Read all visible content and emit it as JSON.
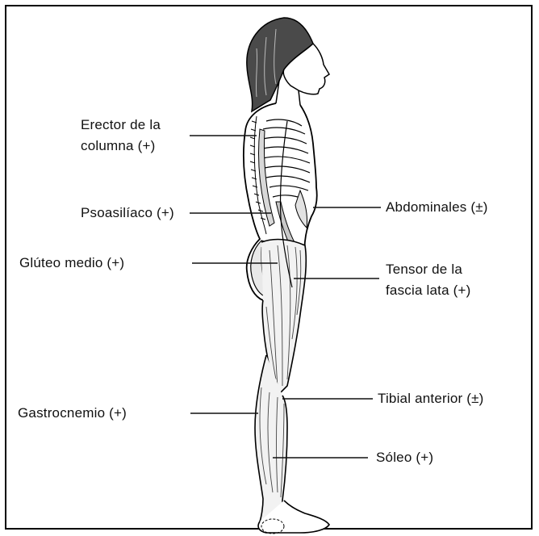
{
  "labels": {
    "erector": [
      "Erector de la",
      "columna (+)"
    ],
    "psoas": "Psoasilíaco (+)",
    "gluteo": "Glúteo medio (+)",
    "gastro": "Gastrocnemio (+)",
    "abdominales": "Abdominales (±)",
    "tensor": [
      "Tensor de la",
      "fascia lata (+)"
    ],
    "tibial": "Tibial anterior (±)",
    "soleo": "Sóleo (+)"
  },
  "colors": {
    "line": "#111111",
    "background": "#ffffff"
  }
}
